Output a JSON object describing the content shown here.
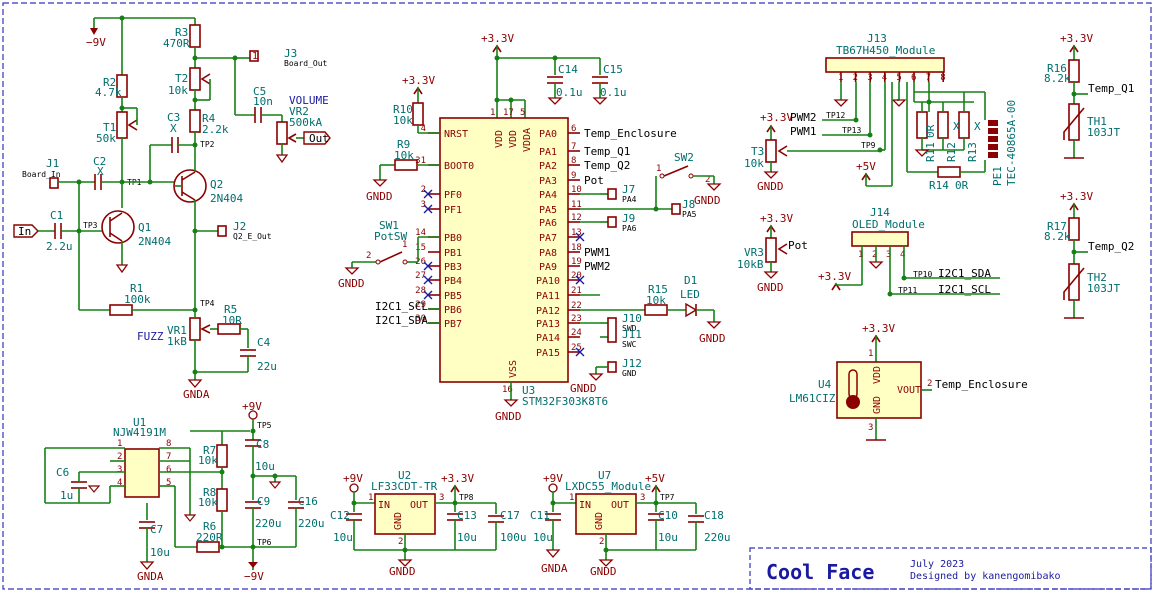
{
  "title_block": {
    "title": "Cool Face",
    "date": "July 2023",
    "designer": "Designed by kanengomibako"
  },
  "colors": {
    "wire": "#168016",
    "body": "#8b0000",
    "fill": "#ffffc4",
    "ref": "#006e6e",
    "frame": "#3333c0"
  },
  "labels": {
    "volume": "VOLUME",
    "fuzz": "FUZZ",
    "n9v_top": "−9V",
    "n9v_bottom": "−9V",
    "p9v_a": "+9V",
    "p9v_b": "+9V",
    "p9v_c": "+9V",
    "p33_u3": "+3.3V",
    "p33_u3b": "+3.3V",
    "p33_u2": "+3.3V",
    "p33_t3": "+3.3V",
    "p33_vr3": "+3.3V",
    "p33_j14": "+3.3V",
    "p33_u4": "+3.3V",
    "p33_r16": "+3.3V",
    "p33_r17": "+3.3V",
    "p5v_u7": "+5V",
    "p5v_j13": "+5V",
    "gnda1": "GNDA",
    "gnda2": "GNDA",
    "gnda3": "GNDA",
    "gndd": "GNDD"
  },
  "analog": {
    "R3": {
      "ref": "R3",
      "val": "470R"
    },
    "R2": {
      "ref": "R2",
      "val": "4.7k"
    },
    "T1": {
      "ref": "T1",
      "val": "50k"
    },
    "T2": {
      "ref": "T2",
      "val": "10k"
    },
    "R4": {
      "ref": "R4",
      "val": "2.2k"
    },
    "C3": {
      "ref": "C3",
      "val": "X"
    },
    "C5": {
      "ref": "C5",
      "val": "10n"
    },
    "VR2": {
      "ref": "VR2",
      "val": "500kA"
    },
    "J3": {
      "ref": "J3",
      "val": "Board_Out"
    },
    "out": "Out",
    "J1": {
      "ref": "J1",
      "val": "Board_In"
    },
    "C2": {
      "ref": "C2",
      "val": "X"
    },
    "Q1": {
      "ref": "Q1",
      "val": "2N404"
    },
    "Q2": {
      "ref": "Q2",
      "val": "2N404"
    },
    "in": "In",
    "C1": {
      "ref": "C1",
      "val": "2.2u"
    },
    "J2": {
      "ref": "J2",
      "val": "Q2_E_Out"
    },
    "R1": {
      "ref": "R1",
      "val": "100k"
    },
    "R5": {
      "ref": "R5",
      "val": "10R"
    },
    "VR1": {
      "ref": "VR1",
      "val": "1kB"
    },
    "C4": {
      "ref": "C4",
      "val": "22u"
    },
    "tp": [
      "TP1",
      "TP2",
      "TP3",
      "TP4",
      "TP5",
      "TP6",
      "TP7",
      "TP8",
      "TP9",
      "TP10",
      "TP11",
      "TP12",
      "TP13"
    ]
  },
  "supply": {
    "U1": {
      "ref": "U1",
      "val": "NJW4191M"
    },
    "C6": {
      "ref": "C6",
      "val": "1u"
    },
    "C7": {
      "ref": "C7",
      "val": "10u"
    },
    "R6": {
      "ref": "R6",
      "val": "220R"
    },
    "R7": {
      "ref": "R7",
      "val": "10k"
    },
    "R8": {
      "ref": "R8",
      "val": "10k"
    },
    "C8": {
      "ref": "C8",
      "val": "10u"
    },
    "C9": {
      "ref": "C9",
      "val": "220u"
    },
    "C16": {
      "ref": "C16",
      "val": "220u"
    },
    "U2": {
      "ref": "U2",
      "val": "LF33CDT-TR"
    },
    "C12": {
      "ref": "C12",
      "val": "10u"
    },
    "C13": {
      "ref": "C13",
      "val": "10u"
    },
    "C17": {
      "ref": "C17",
      "val": "100u"
    },
    "U7": {
      "ref": "U7",
      "val": "LXDC55_Module"
    },
    "C11": {
      "ref": "C11",
      "val": "10u"
    },
    "C10": {
      "ref": "C10",
      "val": "10u"
    },
    "C18": {
      "ref": "C18",
      "val": "220u"
    },
    "reg_pins": {
      "in": "IN",
      "out": "OUT",
      "gnd": "GND"
    }
  },
  "mcu": {
    "U3": {
      "ref": "U3",
      "val": "STM32F303K8T6"
    },
    "C14": {
      "ref": "C14",
      "val": "0.1u"
    },
    "C15": {
      "ref": "C15",
      "val": "0.1u"
    },
    "R10": {
      "ref": "R10",
      "val": "10k"
    },
    "R9": {
      "ref": "R9",
      "val": "10k"
    },
    "SW1": {
      "ref": "SW1",
      "val": "PotSW"
    },
    "SW2": {
      "ref": "SW2"
    },
    "R15": {
      "ref": "R15",
      "val": "10k"
    },
    "D1": {
      "ref": "D1",
      "val": "LED"
    },
    "J7": {
      "ref": "J7",
      "val": "PA4"
    },
    "J8": {
      "ref": "J8",
      "val": "PA5"
    },
    "J9": {
      "ref": "J9",
      "val": "PA6"
    },
    "J10": {
      "ref": "J10",
      "val": "SWD"
    },
    "J11": {
      "ref": "J11",
      "val": "SWC"
    },
    "J12": {
      "ref": "J12",
      "val": "GND"
    },
    "top_pins": [
      "VDD",
      "VDD",
      "VDDA"
    ],
    "top_nums": [
      "1",
      "17",
      "5"
    ],
    "vss": "VSS",
    "vss_num": "16",
    "left_pins": [
      {
        "num": "4",
        "name": "NRST"
      },
      {
        "num": "31",
        "name": "BOOT0"
      },
      {
        "num": "2",
        "name": "PF0"
      },
      {
        "num": "3",
        "name": "PF1"
      },
      {
        "num": "14",
        "name": "PB0"
      },
      {
        "num": "15",
        "name": "PB1"
      },
      {
        "num": "26",
        "name": "PB3"
      },
      {
        "num": "27",
        "name": "PB4"
      },
      {
        "num": "28",
        "name": "PB5"
      },
      {
        "num": "29",
        "name": "PB6"
      },
      {
        "num": "30",
        "name": "PB7"
      }
    ],
    "right_pins": [
      {
        "num": "6",
        "name": "PA0",
        "net": "Temp_Enclosure"
      },
      {
        "num": "7",
        "name": "PA1",
        "net": "Temp_Q1"
      },
      {
        "num": "8",
        "name": "PA2",
        "net": "Temp_Q2"
      },
      {
        "num": "9",
        "name": "PA3",
        "net": "Pot"
      },
      {
        "num": "10",
        "name": "PA4",
        "net": ""
      },
      {
        "num": "11",
        "name": "PA5",
        "net": ""
      },
      {
        "num": "12",
        "name": "PA6",
        "net": ""
      },
      {
        "num": "13",
        "name": "PA7",
        "net": ""
      },
      {
        "num": "18",
        "name": "PA8",
        "net": "PWM1"
      },
      {
        "num": "19",
        "name": "PA9",
        "net": "PWM2"
      },
      {
        "num": "20",
        "name": "PA10",
        "net": ""
      },
      {
        "num": "21",
        "name": "PA11",
        "net": ""
      },
      {
        "num": "22",
        "name": "PA12",
        "net": ""
      },
      {
        "num": "23",
        "name": "PA13",
        "net": ""
      },
      {
        "num": "24",
        "name": "PA14",
        "net": ""
      },
      {
        "num": "25",
        "name": "PA15",
        "net": ""
      }
    ],
    "i2c_scl": "I2C1_SCL",
    "i2c_sda": "I2C1_SDA"
  },
  "periph": {
    "J13": {
      "ref": "J13",
      "val": "TB67H450_Module"
    },
    "PE1": {
      "ref": "PE1",
      "val": "TEC-40865A-00"
    },
    "R11": {
      "ref": "R11",
      "val": "0R"
    },
    "R12": {
      "ref": "R12",
      "val": "X"
    },
    "R13": {
      "ref": "R13",
      "val": "X"
    },
    "R14": {
      "ref": "R14",
      "val": "0R"
    },
    "T3": {
      "ref": "T3",
      "val": "10k"
    },
    "VR3": {
      "ref": "VR3",
      "val": "10kB"
    },
    "J14": {
      "ref": "J14",
      "val": "OLED_Module"
    },
    "U4": {
      "ref": "U4",
      "val": "LM61CIZ"
    },
    "u4_pins": {
      "vdd": "VDD",
      "gnd": "GND",
      "vout": "VOUT"
    },
    "R16": {
      "ref": "R16",
      "val": "8.2k"
    },
    "TH1": {
      "ref": "TH1",
      "val": "103JT"
    },
    "R17": {
      "ref": "R17",
      "val": "8.2k"
    },
    "TH2": {
      "ref": "TH2",
      "val": "103JT"
    },
    "nets": {
      "pwm1": "PWM1",
      "pwm2": "PWM2",
      "pot": "Pot",
      "temp_q1": "Temp_Q1",
      "temp_q2": "Temp_Q2",
      "temp_enc": "Temp_Enclosure",
      "i2c_sda": "I2C1_SDA",
      "i2c_scl": "I2C1_SCL"
    }
  }
}
